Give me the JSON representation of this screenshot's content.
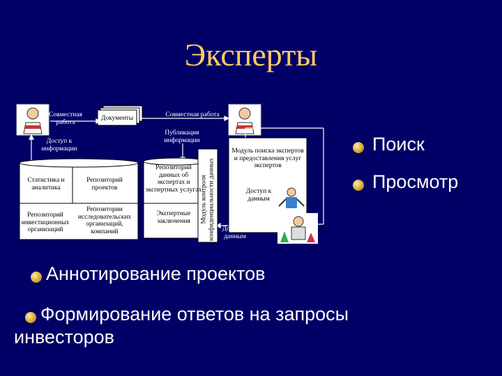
{
  "title": "Эксперты",
  "diagram": {
    "collab_left": "Совместная работа",
    "documents": "Документы",
    "collab_right": "Совместная работа",
    "access_info": "Доступ к информации",
    "publication": "Публикация информации",
    "stats": "Статистика и аналитика",
    "projects_repo": "Репозиторий проектов",
    "investor_repo": "Репозиторий инвестиционных организаций",
    "research_repo": "Репозитории исследовательских организаций, компаний",
    "experts_repo": "Репозиторий данных об экспертах и экспертных услугах",
    "conclusions": "Экспертные заключения",
    "security_module": "Модуль контроля конфиденциальности данных",
    "search_module": "Модуль поиска экспертов и предоставления услуг экспертов",
    "access_data_1": "Доступ к данным",
    "access_data_2": "Доступ к данным"
  },
  "bullets": {
    "search": "Поиск",
    "view": "Просмотр",
    "annotate": "Аннотирование проектов",
    "answers_line1": "Формирование ответов на запросы",
    "answers_line2": "инвесторов"
  }
}
